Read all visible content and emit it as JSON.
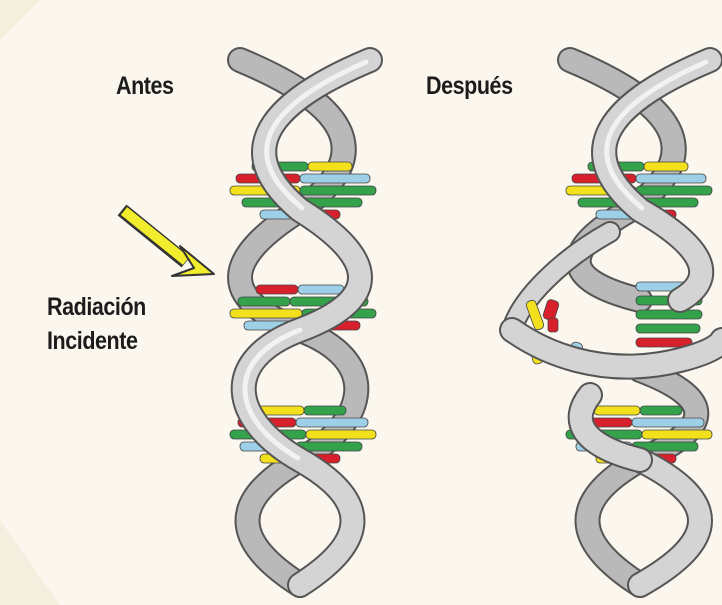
{
  "labels": {
    "before": "Antes",
    "after": "Después",
    "radiation_line1": "Radiación",
    "radiation_line2": "Incidente"
  },
  "colors": {
    "background": "#fbf7ee",
    "ribbon_fill": "#cfcfcf",
    "ribbon_stroke": "#555555",
    "base_green": "#33a24a",
    "base_yellow": "#f2e01c",
    "base_red": "#d8202c",
    "base_blue": "#9dcfe6",
    "arrow": "#f1ec2c"
  },
  "icons": [
    "dna-helix-before",
    "dna-helix-after-damaged",
    "radiation-arrow"
  ]
}
